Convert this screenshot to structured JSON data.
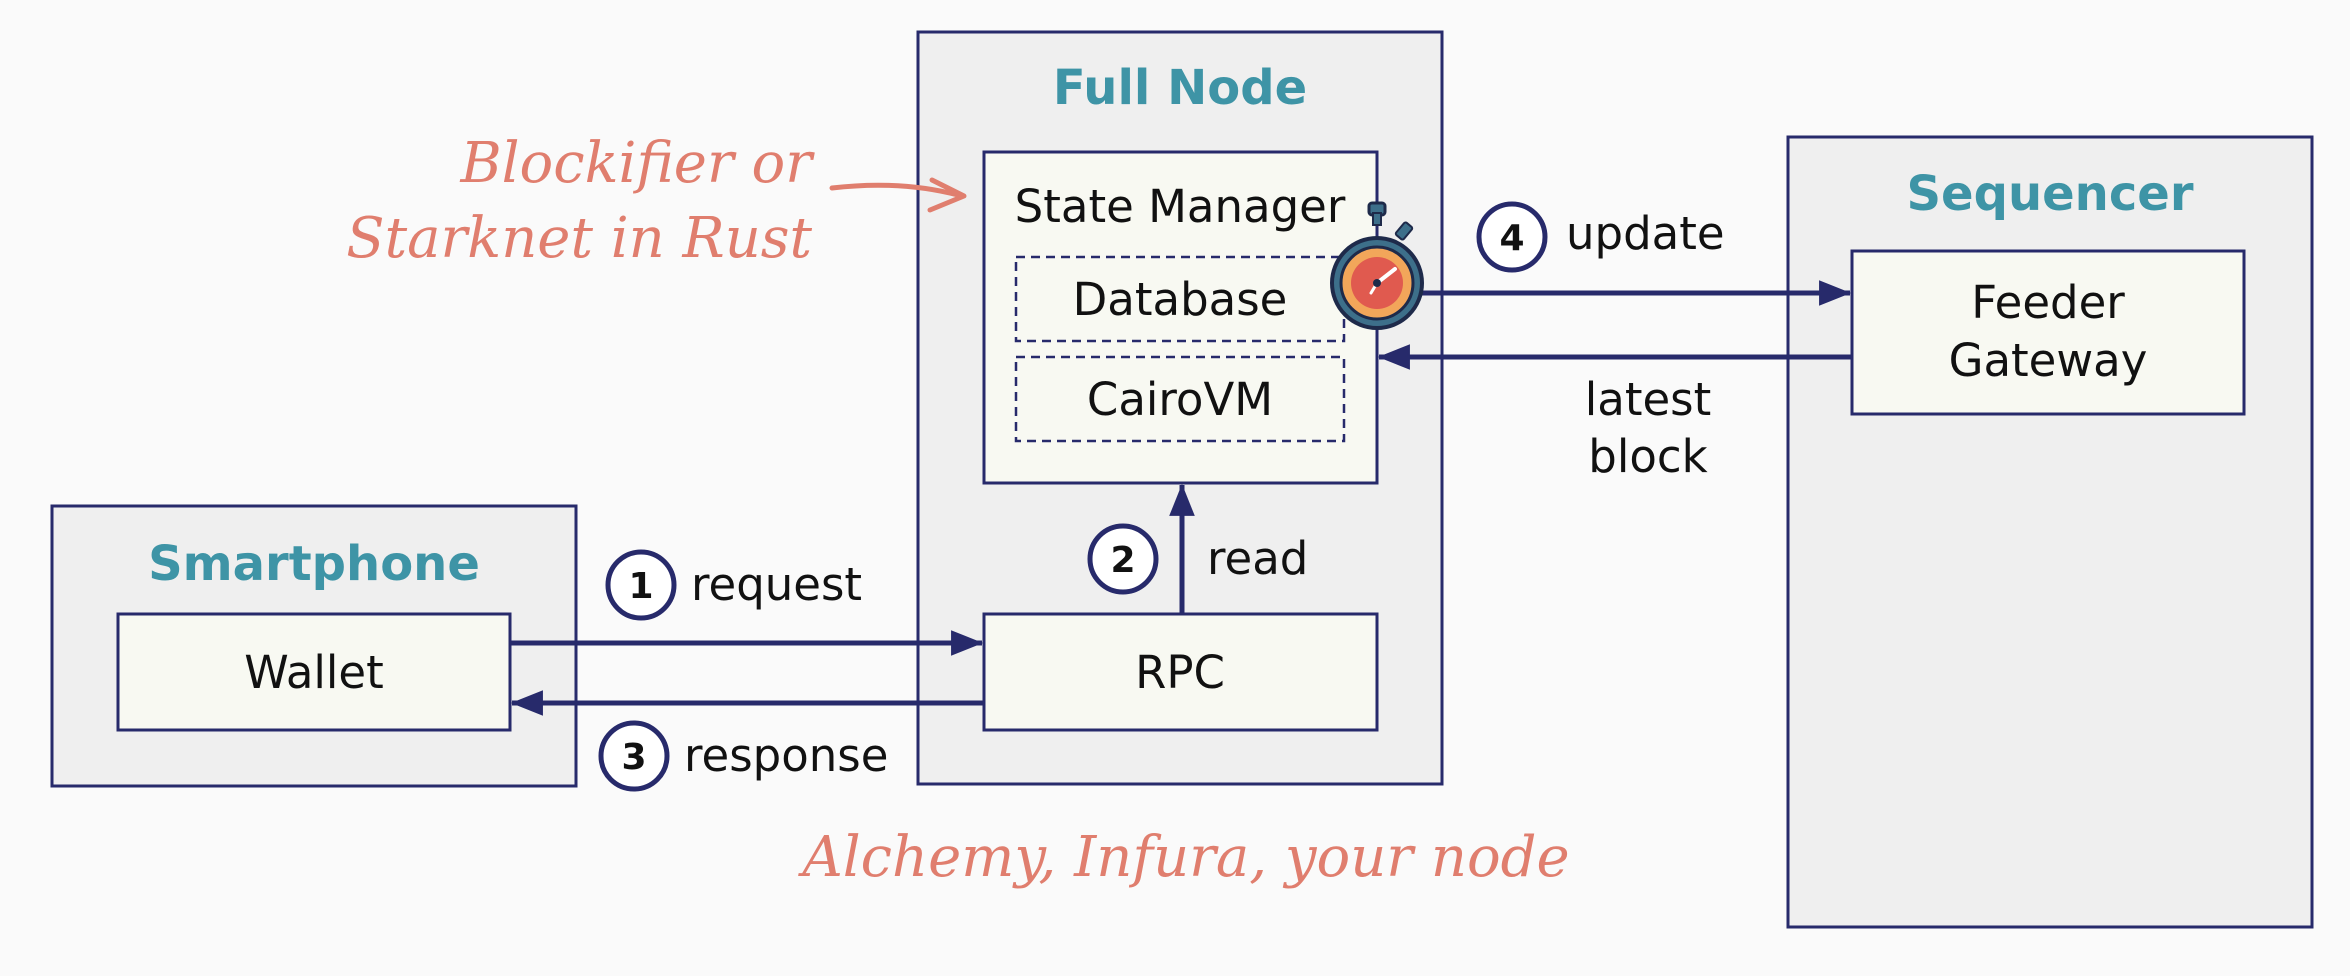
{
  "colors": {
    "background": "#fafafa",
    "container_fill": "#efefef",
    "box_fill": "#f8f9f2",
    "stroke": "#272a6b",
    "title": "#3e94a6",
    "note": "#e07e6e"
  },
  "smartphone": {
    "title": "Smartphone",
    "wallet": "Wallet"
  },
  "full_node": {
    "title": "Full Node",
    "state_manager": "State Manager",
    "database": "Database",
    "cairovm": "CairoVM",
    "rpc": "RPC"
  },
  "sequencer": {
    "title": "Sequencer",
    "feeder_line1": "Feeder",
    "feeder_line2": "Gateway"
  },
  "steps": {
    "s1": {
      "num": "1",
      "label": "request"
    },
    "s2": {
      "num": "2",
      "label": "read"
    },
    "s3": {
      "num": "3",
      "label": "response"
    },
    "s4": {
      "num": "4",
      "label": "update"
    }
  },
  "latest_block": {
    "line1": "latest",
    "line2": "block"
  },
  "notes": {
    "blockifier_line1": "Blockifier or",
    "blockifier_line2": "Starknet in Rust",
    "providers": "Alchemy, Infura, your node"
  },
  "icons": {
    "timer": "stopwatch-icon"
  }
}
